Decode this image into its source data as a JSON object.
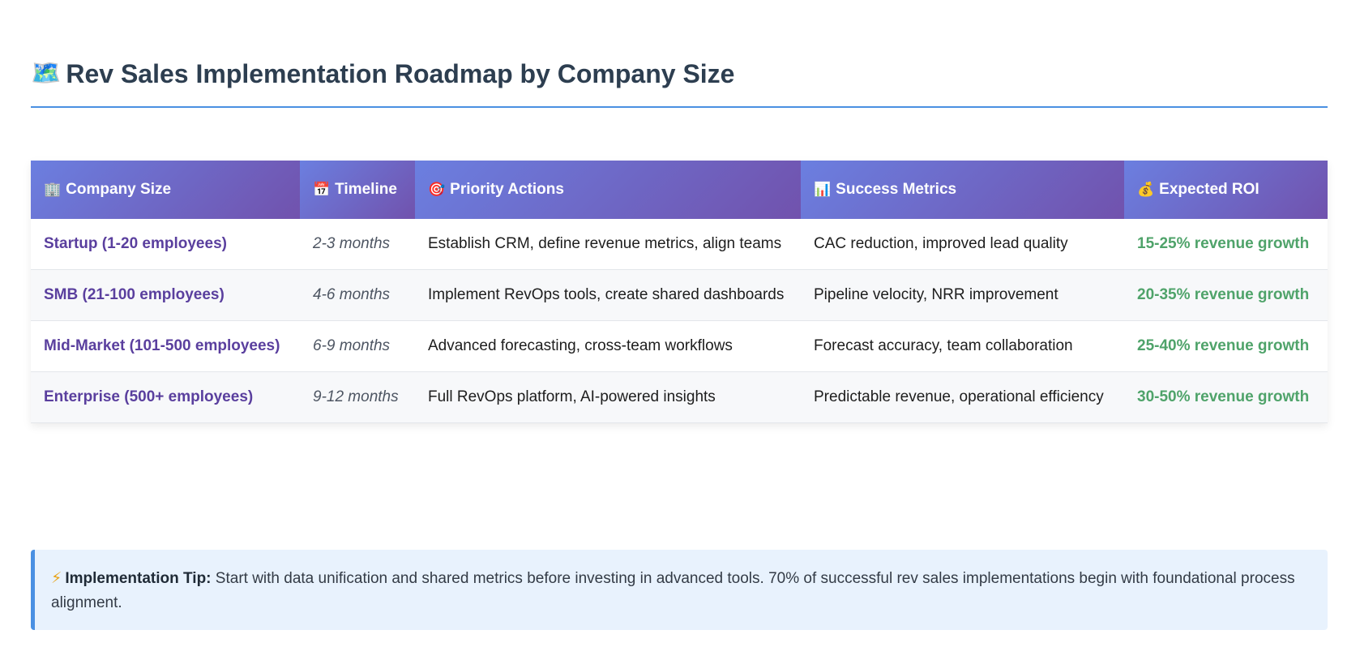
{
  "title": {
    "icon": "map-icon",
    "icon_glyph": "🗺️",
    "text": "Rev Sales Implementation Roadmap by Company Size"
  },
  "table": {
    "headers": [
      {
        "icon": "building-icon",
        "glyph": "🏢",
        "label": "Company Size"
      },
      {
        "icon": "calendar-icon",
        "glyph": "📅",
        "label": "Timeline"
      },
      {
        "icon": "target-icon",
        "glyph": "🎯",
        "label": "Priority Actions"
      },
      {
        "icon": "bar-chart-icon",
        "glyph": "📊",
        "label": "Success Metrics"
      },
      {
        "icon": "money-bag-icon",
        "glyph": "💰",
        "label": "Expected ROI"
      }
    ],
    "rows": [
      {
        "size": "Startup (1-20 employees)",
        "timeline": "2-3 months",
        "actions": "Establish CRM, define revenue metrics, align teams",
        "metrics": "CAC reduction, improved lead quality",
        "roi": "15-25% revenue growth"
      },
      {
        "size": "SMB (21-100 employees)",
        "timeline": "4-6 months",
        "actions": "Implement RevOps tools, create shared dashboards",
        "metrics": "Pipeline velocity, NRR improvement",
        "roi": "20-35% revenue growth"
      },
      {
        "size": "Mid-Market (101-500 employees)",
        "timeline": "6-9 months",
        "actions": "Advanced forecasting, cross-team workflows",
        "metrics": "Forecast accuracy, team collaboration",
        "roi": "25-40% revenue growth"
      },
      {
        "size": "Enterprise (500+ employees)",
        "timeline": "9-12 months",
        "actions": "Full RevOps platform, AI-powered insights",
        "metrics": "Predictable revenue, operational efficiency",
        "roi": "30-50% revenue growth"
      }
    ]
  },
  "tip": {
    "icon": "lightning-icon",
    "glyph": "⚡",
    "label": "Implementation Tip:",
    "text": " Start with data unification and shared metrics before investing in advanced tools. 70% of successful rev sales implementations begin with foundational process alignment."
  },
  "colors": {
    "accent": "#4a90e2",
    "header_gradient_start": "#6b7fe0",
    "header_gradient_end": "#7152ad",
    "size_text": "#5a3f9e",
    "roi_text": "#4fa36a",
    "tip_background": "#e8f2fd"
  }
}
